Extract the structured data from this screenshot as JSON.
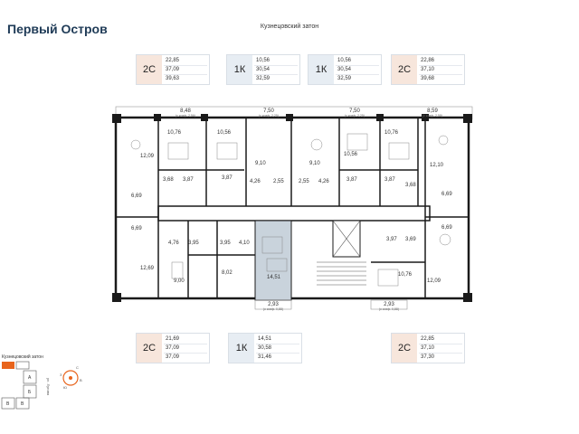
{
  "title": "Первый Остров",
  "street_top": "Кузнецовский затон",
  "cards_top": [
    {
      "type": "2С",
      "values": [
        "22,85",
        "37,09",
        "39,63"
      ]
    },
    {
      "type": "1К",
      "values": [
        "10,56",
        "30,54",
        "32,59"
      ]
    },
    {
      "type": "1К",
      "values": [
        "10,56",
        "30,54",
        "32,59"
      ]
    },
    {
      "type": "2С",
      "values": [
        "22,86",
        "37,10",
        "39,68"
      ]
    }
  ],
  "cards_bottom": [
    {
      "type": "2С",
      "values": [
        "21,69",
        "37,09",
        "37,09"
      ]
    },
    {
      "type": "1К",
      "values": [
        "14,51",
        "30,58",
        "31,46"
      ]
    },
    {
      "type": "2С",
      "values": [
        "22,85",
        "37,10",
        "37,30"
      ]
    }
  ],
  "balconies_top": [
    {
      "value": "8,48",
      "note": "(с коэф. 2,56)"
    },
    {
      "value": "7,50",
      "note": "(с коэф. 2,25)"
    },
    {
      "value": "7,50",
      "note": "(с коэф. 2,25)"
    },
    {
      "value": "8,59",
      "note": "(с коэф. 2,58)"
    }
  ],
  "balconies_bottom": [
    {
      "value": "2,93",
      "note": "(с коэф. 0,88)"
    },
    {
      "value": "2,93",
      "note": "(с коэф. 0,88)"
    }
  ],
  "rooms": [
    "10,76",
    "10,56",
    "10,56",
    "10,76",
    "12,09",
    "12,10",
    "9,10",
    "9,10",
    "3,68",
    "3,87",
    "3,87",
    "4,26",
    "2,55",
    "2,55",
    "4,26",
    "3,87",
    "3,87",
    "3,68",
    "6,69",
    "6,69",
    "6,69",
    "6,69",
    "4,76",
    "3,95",
    "3,95",
    "4,10",
    "3,97",
    "3,69",
    "12,69",
    "9,00",
    "8,02",
    "14,51",
    "10,76",
    "12,09"
  ],
  "map": {
    "street": "Кузнецовский затон",
    "sections": [
      "А",
      "Б",
      "В",
      "В"
    ],
    "compass": [
      "С",
      "З",
      "В",
      "Ю"
    ],
    "street_side": "ул. Лугова"
  },
  "colors": {
    "accent": "#e8641c",
    "wall": "#1a1a1a",
    "elevator": "#c9d3dc",
    "title": "#1f3b57"
  }
}
